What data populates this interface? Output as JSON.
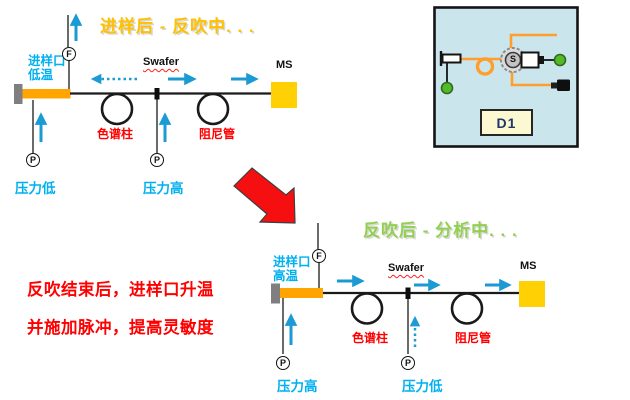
{
  "colors": {
    "cyan_label": "#00B0F0",
    "arrow_blue": "#1B9AD3",
    "stage1_title_gold": "#FFC000",
    "stage2_title_green": "#92D050",
    "note_red": "#FF0000",
    "inlet_bar_orange": "#FFA400",
    "ms_yellow": "#FFD105",
    "inset_bg": "#CBE5ED",
    "d1_box_bg": "#FBF8D2"
  },
  "symbols": {
    "pressure": "P",
    "flow": "F"
  },
  "stage1": {
    "title": "进样后 - 反吹中. . .",
    "inlet_line1": "进样口",
    "inlet_line2": "低温",
    "swafer": "Swafer",
    "ms": "MS",
    "column": "色谱柱",
    "damper": "阻尼管",
    "pressure_left": "压力低",
    "pressure_mid": "压力高"
  },
  "stage2": {
    "title": "反吹后 - 分析中. . .",
    "inlet_line1": "进样口",
    "inlet_line2": "高温",
    "swafer": "Swafer",
    "ms": "MS",
    "column": "色谱柱",
    "damper": "阻尼管",
    "pressure_left": "压力高",
    "pressure_mid": "压力低"
  },
  "note": {
    "line1": "反吹结束后，进样口升温",
    "line2": "并施加脉冲，提高灵敏度"
  },
  "inset": {
    "label": "D1",
    "valve_glyph": "S"
  }
}
